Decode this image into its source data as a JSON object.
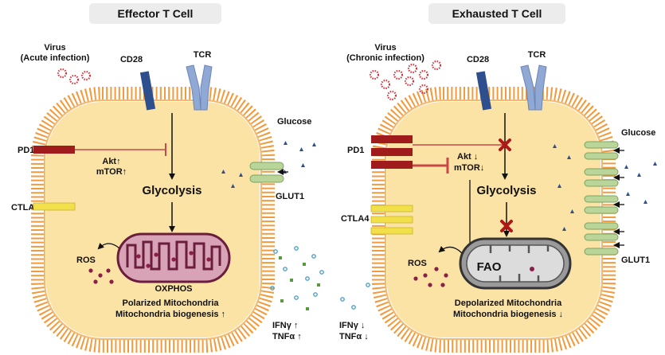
{
  "colors": {
    "cell_fill": "#fbe3a6",
    "membrane": "#f29a3c",
    "mito_effector": "#d8a3b7",
    "mito_exhausted": "#9a9a9a",
    "receptor_blue": "#2d4f8e",
    "tcr_blue": "#8fa8d4",
    "pd1_red": "#a01c1c",
    "ctla4_yellow": "#f2e04a",
    "glut1_green": "#b9d59a",
    "virus_red": "#d7323e",
    "inhibit_red": "#c84848",
    "cytokine_teal": "#4da3c9",
    "cytokine_green": "#5a9a3c"
  },
  "effector": {
    "title": "Effector T Cell",
    "virus_label": "Virus",
    "virus_sub": "(Acute infection)",
    "cd28": "CD28",
    "tcr": "TCR",
    "glucose": "Glucose",
    "pd1": "PD1",
    "akt": "Akt↑",
    "mtor": "mTOR↑",
    "glycolysis": "Glycolysis",
    "glut1": "GLUT1",
    "ctla4": "CTLA4",
    "ros": "ROS",
    "oxphos": "OXPHOS",
    "mito_line1": "Polarized Mitochondria",
    "mito_line2": "Mitochondria biogenesis ↑",
    "ifng": "IFNγ ↑",
    "tnfa": "TNFα ↑"
  },
  "exhausted": {
    "title": "Exhausted T Cell",
    "virus_label": "Virus",
    "virus_sub": "(Chronic infection)",
    "cd28": "CD28",
    "tcr": "TCR",
    "glucose": "Glucose",
    "pd1": "PD1",
    "akt": "Akt ↓",
    "mtor": "mTOR↓",
    "glycolysis": "Glycolysis",
    "glut1": "GLUT1",
    "ctla4": "CTLA4",
    "ros": "ROS",
    "fao": "FAO",
    "mito_line1": "Depolarized Mitochondria",
    "mito_line2": "Mitochondria biogenesis ↓",
    "ifng": "IFNγ ↓",
    "tnfa": "TNFα ↓"
  }
}
